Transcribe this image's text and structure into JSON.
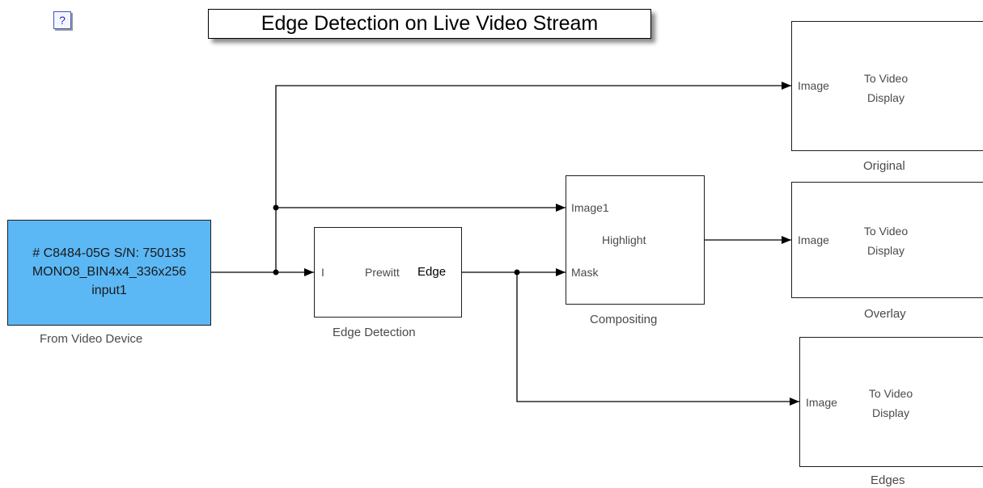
{
  "diagram": {
    "title": "Edge Detection on Live Video Stream",
    "help_glyph": "?",
    "blocks": {
      "video_device": {
        "lines": [
          "# C8484-05G  S/N: 750135",
          "MONO8_BIN4x4_336x256",
          "input1"
        ],
        "caption": "From Video Device"
      },
      "edge_detection": {
        "in_port": "I",
        "method": "Prewitt",
        "out_port": "Edge",
        "caption": "Edge Detection"
      },
      "compositing": {
        "in_port_1": "Image1",
        "in_port_2": "Mask",
        "operation": "Highlight",
        "caption": "Compositing"
      },
      "display_original": {
        "in_port": "Image",
        "line1": "To Video",
        "line2": "Display",
        "caption": "Original"
      },
      "display_overlay": {
        "in_port": "Image",
        "line1": "To Video",
        "line2": "Display",
        "caption": "Overlay"
      },
      "display_edges": {
        "in_port": "Image",
        "line1": "To Video",
        "line2": "Display",
        "caption": "Edges"
      }
    }
  },
  "colors": {
    "source_block_fill": "#5bb8f5",
    "line": "#000000",
    "label_text": "#4a4a4a"
  }
}
